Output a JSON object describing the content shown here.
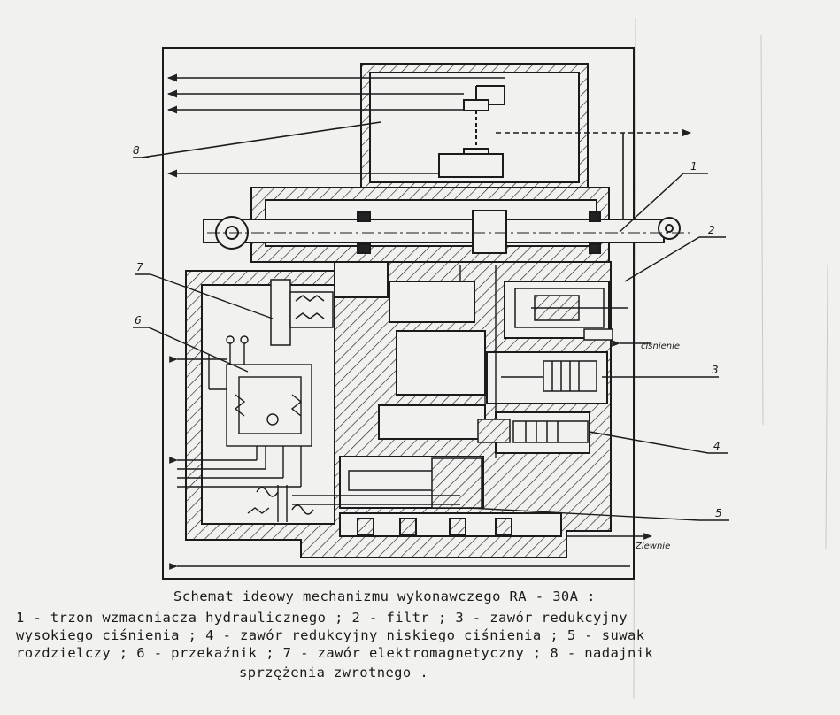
{
  "diagram": {
    "callouts": [
      "1",
      "2",
      "3",
      "4",
      "5",
      "6",
      "7",
      "8"
    ],
    "port_pressure": "ciśnienie",
    "port_drain": "Zlewnie"
  },
  "caption": {
    "title": "Schemat ideowy mechanizmu wykonawczego RA - 30A :",
    "lines": [
      "1 - trzon wzmacniacza hydraulicznego ; 2 - filtr ; 3 - zawór redukcyjny",
      "wysokiego ciśnienia ; 4 - zawór redukcyjny niskiego ciśnienia ; 5 - suwak",
      "rozdzielczy ; 6 - przekaźnik ; 7 - zawór elektromagnetyczny ; 8 - nadajnik",
      "sprzężenia zwrotnego ."
    ]
  }
}
